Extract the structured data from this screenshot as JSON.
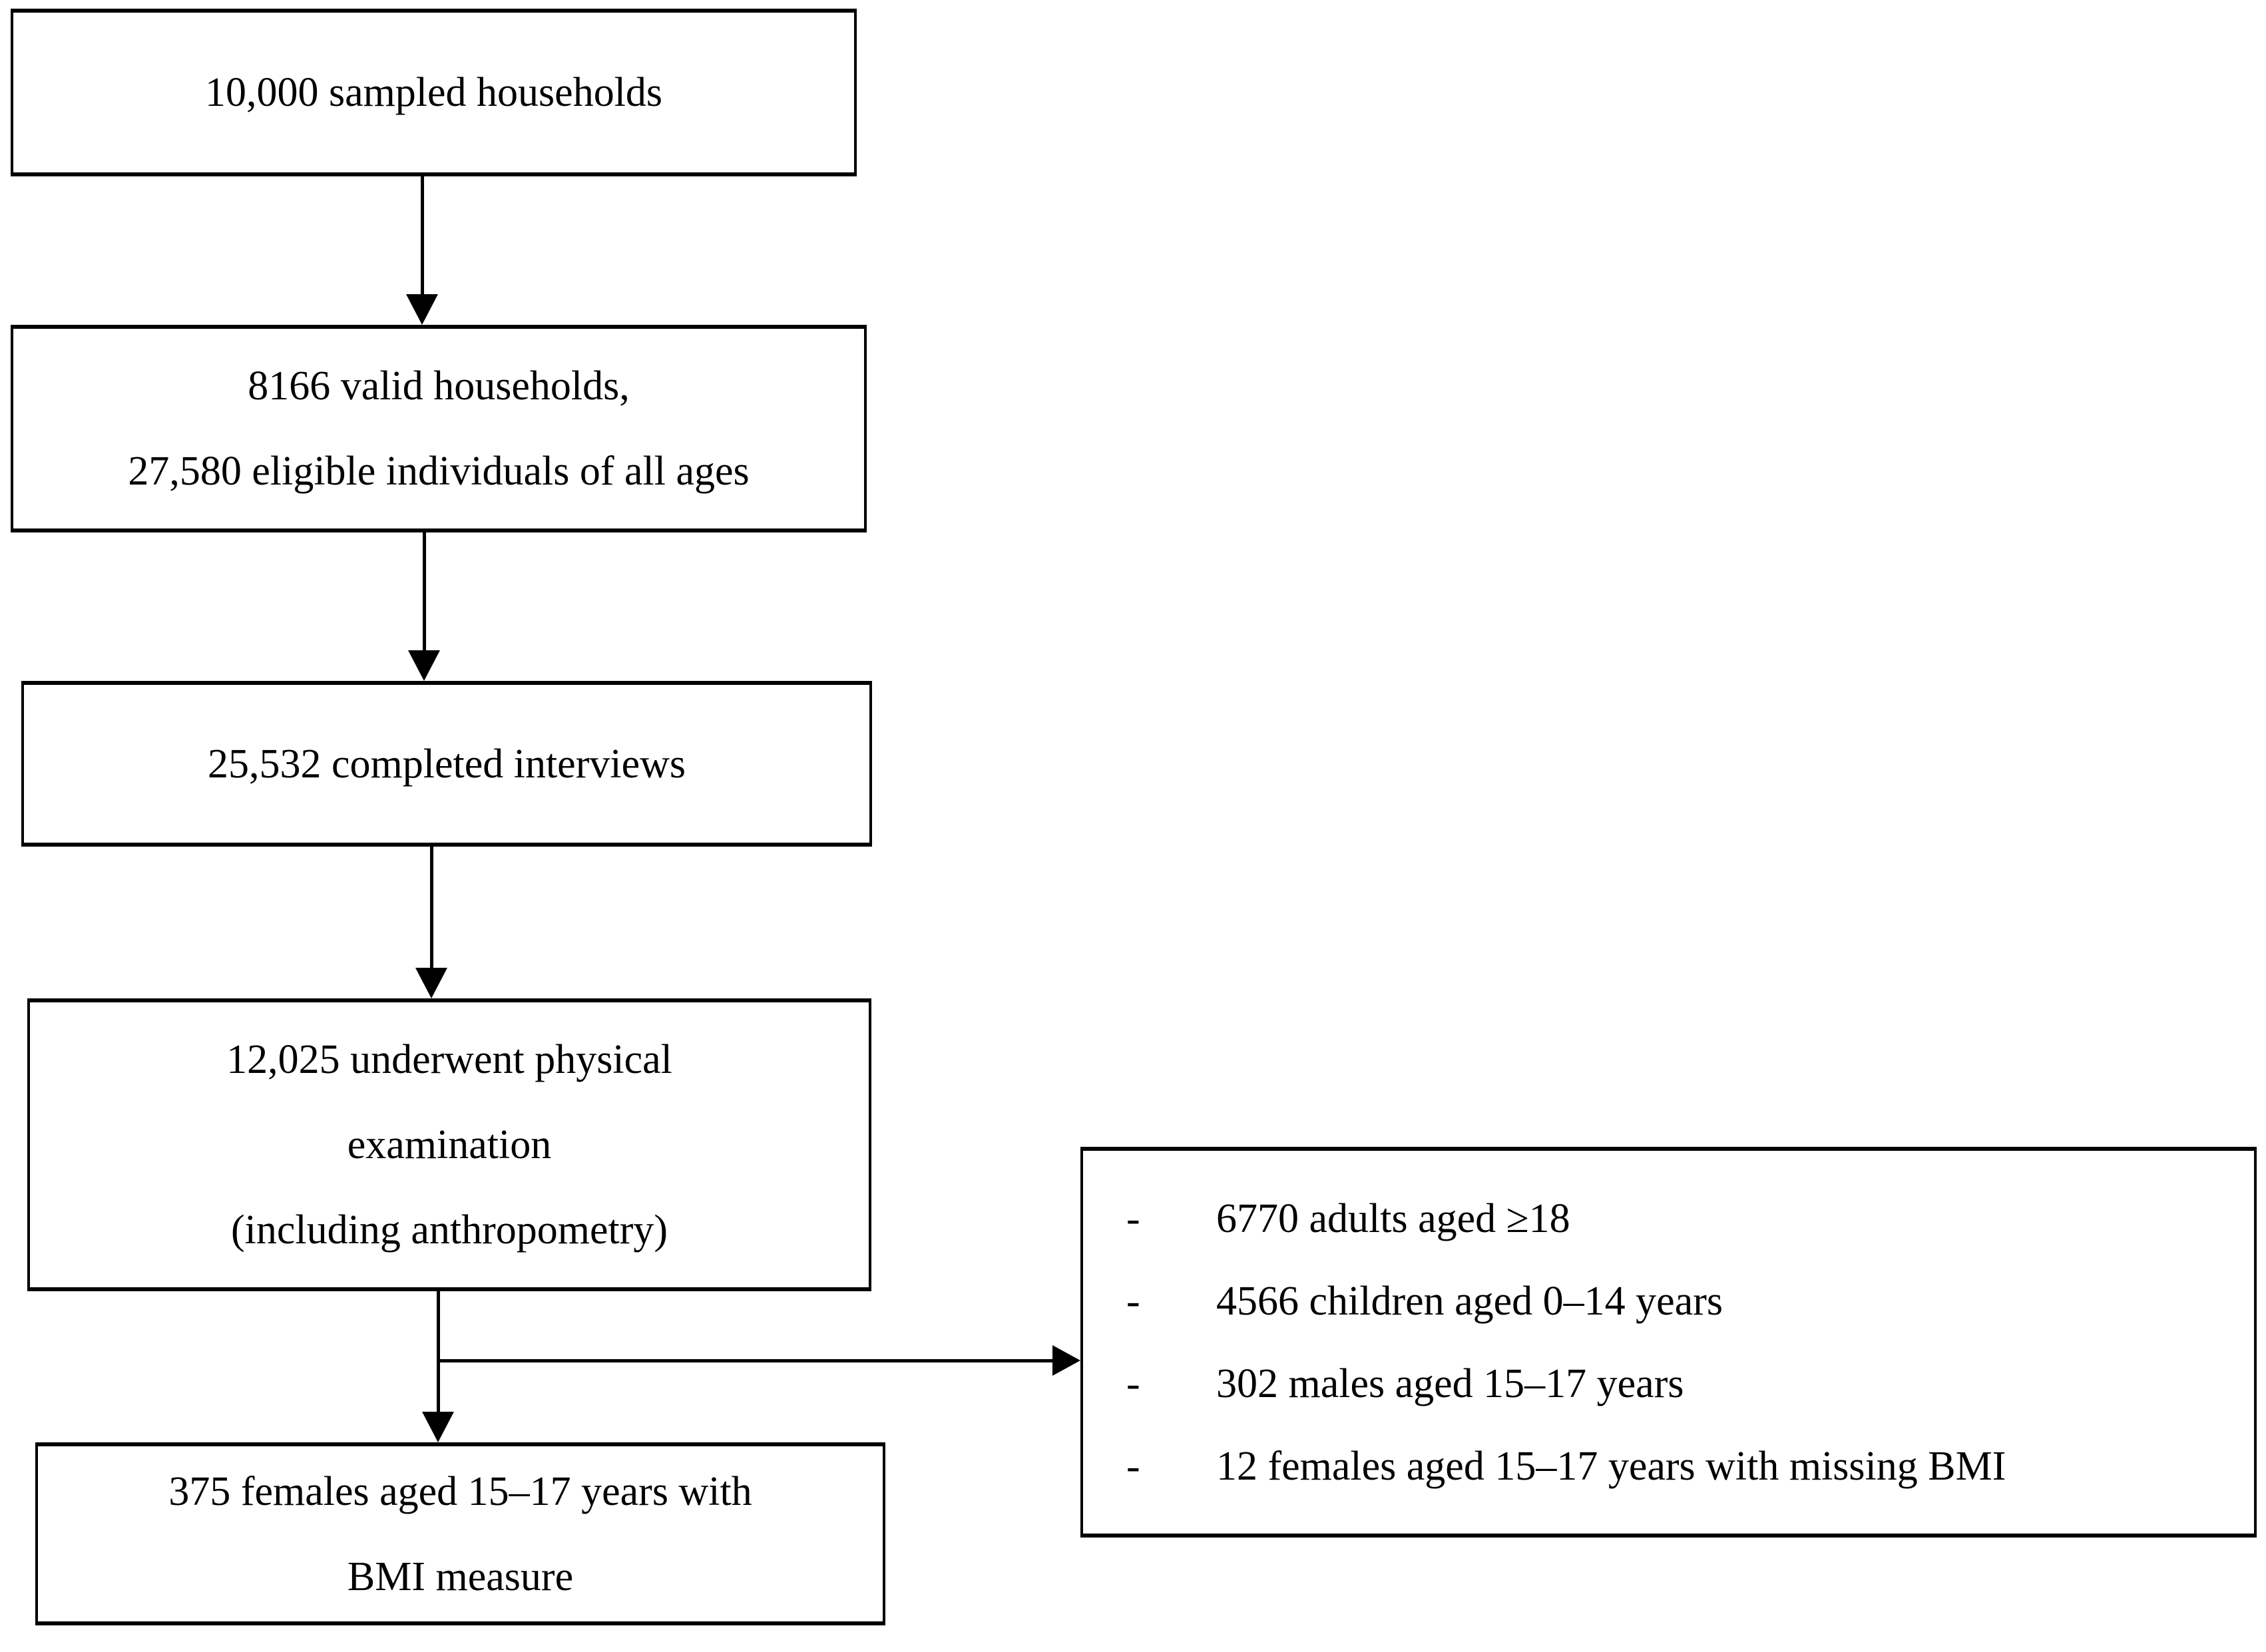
{
  "figure": {
    "type": "flowchart",
    "background_color": "#ffffff",
    "stroke_color": "#000000",
    "boxes": {
      "sampled": {
        "lines": [
          "10,000 sampled households"
        ]
      },
      "valid": {
        "lines": [
          "8166 valid households,",
          "27,580 eligible individuals of all ages"
        ]
      },
      "interviews": {
        "lines": [
          "25,532 completed interviews"
        ]
      },
      "physical": {
        "lines": [
          "12,025 underwent physical",
          "examination",
          "(including anthropometry)"
        ]
      },
      "females": {
        "lines": [
          "375 females aged 15–17 years with",
          "BMI measure"
        ]
      }
    },
    "exclusions": {
      "items": [
        {
          "bullet": "-",
          "text": "6770 adults aged ≥18"
        },
        {
          "bullet": "-",
          "text": "4566 children aged 0–14 years"
        },
        {
          "bullet": "-",
          "text": "302 males aged 15–17 years"
        },
        {
          "bullet": "-",
          "text": "12 females aged 15–17 years with missing BMI"
        }
      ]
    }
  }
}
